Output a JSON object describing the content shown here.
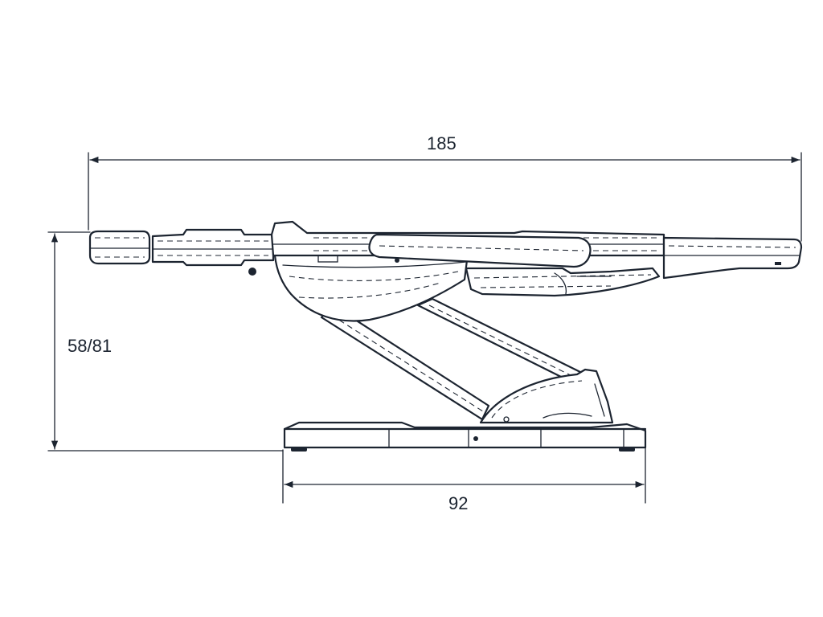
{
  "dimensions": {
    "overall_length": "185",
    "height": "58/81",
    "base_length": "92"
  },
  "colors": {
    "line": "#1c2430",
    "background": "#ffffff"
  }
}
